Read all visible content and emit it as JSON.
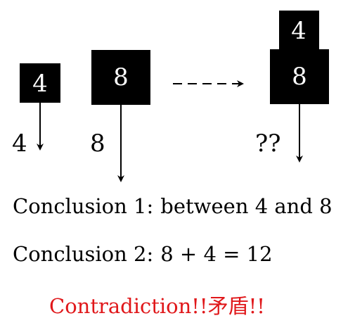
{
  "boxes": {
    "small_box_value": "4",
    "large_box_value": "8",
    "stacked_top_value": "4",
    "stacked_bottom_value": "8"
  },
  "outputs": {
    "small_output": "4",
    "large_output": "8",
    "stacked_output": "??"
  },
  "conclusions": {
    "c1_label": "Conclusion 1:",
    "c1_text": "between 4 and 8",
    "c2_label": "Conclusion 2:",
    "c2_text": "8 + 4 = 12"
  },
  "contradiction": {
    "text": "Contradiction!!矛盾!!",
    "color": "#e0171a"
  },
  "colors": {
    "box_fill": "#000000",
    "box_text": "#ffffff",
    "ink": "#000000",
    "accent": "#e0171a"
  }
}
